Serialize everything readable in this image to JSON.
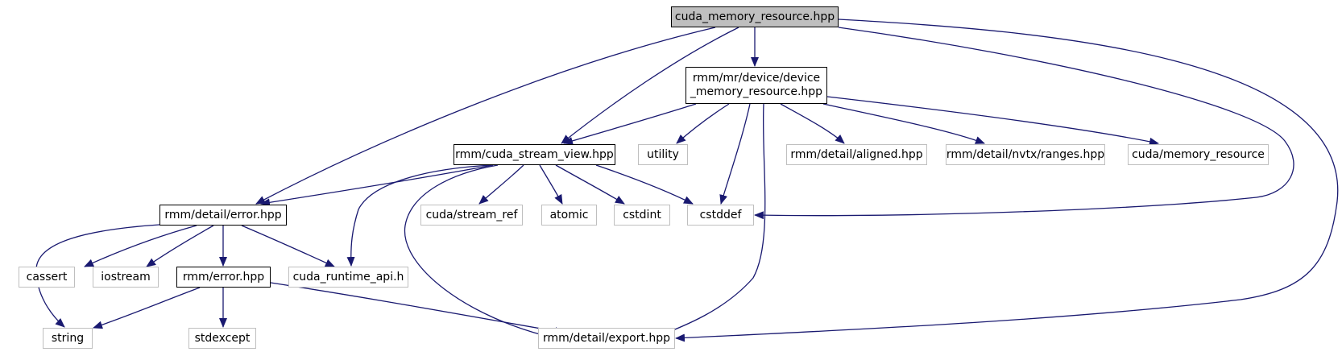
{
  "title": "cuda_memory_resource.hpp",
  "colors": {
    "edge": "#191970",
    "local_border": "#000000",
    "ext_border": "#bfbfbf",
    "main_fill": "#bfbfbf"
  },
  "nodes": {
    "cuda_memory_resource": "cuda_memory_resource.hpp",
    "device_memory_resource": "rmm/mr/device/device\n_memory_resource.hpp",
    "cuda_stream_view": "rmm/cuda_stream_view.hpp",
    "utility": "utility",
    "detail_aligned": "rmm/detail/aligned.hpp",
    "nvtx_ranges": "rmm/detail/nvtx/ranges.hpp",
    "cuda_mr": "cuda/memory_resource",
    "detail_error": "rmm/detail/error.hpp",
    "stream_ref": "cuda/stream_ref",
    "atomic": "atomic",
    "cstdint": "cstdint",
    "cstddef": "cstddef",
    "cassert": "cassert",
    "iostream": "iostream",
    "rmm_error": "rmm/error.hpp",
    "cuda_runtime_api": "cuda_runtime_api.h",
    "string": "string",
    "stdexcept": "stdexcept",
    "detail_export": "rmm/detail/export.hpp"
  },
  "edges": [
    [
      "cuda_memory_resource",
      "device_memory_resource"
    ],
    [
      "cuda_memory_resource",
      "cuda_stream_view"
    ],
    [
      "cuda_memory_resource",
      "detail_error"
    ],
    [
      "cuda_memory_resource",
      "cstddef"
    ],
    [
      "cuda_memory_resource",
      "detail_export"
    ],
    [
      "device_memory_resource",
      "cuda_stream_view"
    ],
    [
      "device_memory_resource",
      "utility"
    ],
    [
      "device_memory_resource",
      "detail_aligned"
    ],
    [
      "device_memory_resource",
      "nvtx_ranges"
    ],
    [
      "device_memory_resource",
      "cuda_mr"
    ],
    [
      "device_memory_resource",
      "cstddef"
    ],
    [
      "device_memory_resource",
      "detail_export"
    ],
    [
      "cuda_stream_view",
      "detail_error"
    ],
    [
      "cuda_stream_view",
      "cuda_runtime_api"
    ],
    [
      "cuda_stream_view",
      "detail_export"
    ],
    [
      "cuda_stream_view",
      "stream_ref"
    ],
    [
      "cuda_stream_view",
      "atomic"
    ],
    [
      "cuda_stream_view",
      "cstdint"
    ],
    [
      "cuda_stream_view",
      "cstddef"
    ],
    [
      "detail_error",
      "string"
    ],
    [
      "detail_error",
      "cassert"
    ],
    [
      "detail_error",
      "iostream"
    ],
    [
      "detail_error",
      "rmm_error"
    ],
    [
      "detail_error",
      "cuda_runtime_api"
    ],
    [
      "rmm_error",
      "string"
    ],
    [
      "rmm_error",
      "stdexcept"
    ],
    [
      "rmm_error",
      "detail_export"
    ]
  ]
}
